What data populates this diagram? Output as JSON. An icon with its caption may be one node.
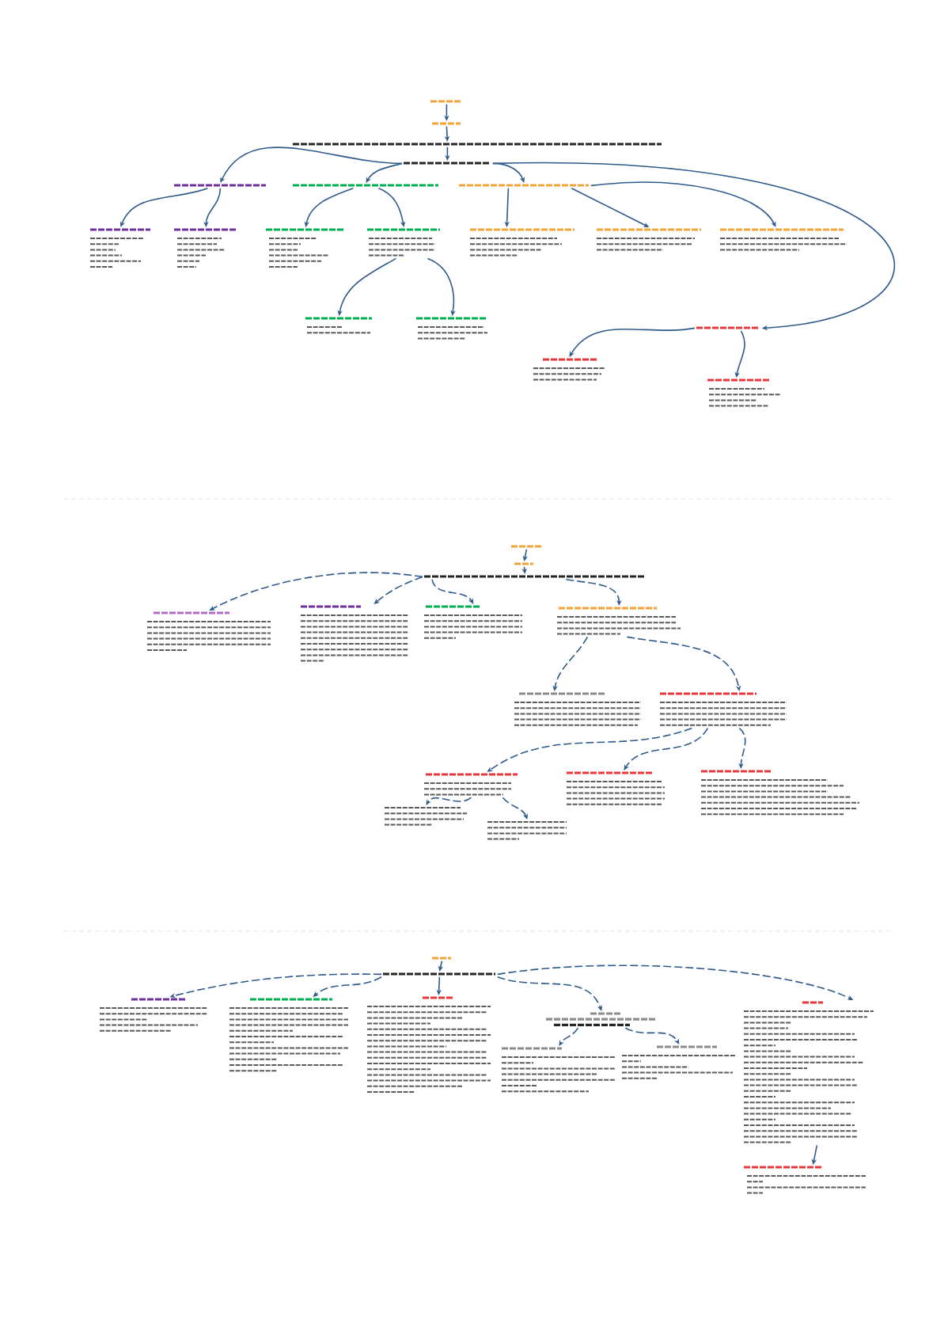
{
  "diagram": {
    "nodes": [
      {
        "text": [],
        "shape": "picture"
      },
      {
        "text": [],
        "shape": "picture"
      },
      {
        "text": [],
        "shape": "picture"
      },
      {
        "text": [],
        "shape": "picture"
      },
      {
        "text": [],
        "shape": "picture"
      },
      {
        "text": [],
        "shape": "picture"
      },
      {
        "text": [],
        "shape": "picture"
      },
      {
        "text": [],
        "shape": "picture"
      },
      {
        "text": [],
        "shape": "picture"
      },
      {
        "text": [],
        "shape": "picture"
      },
      {
        "text": [],
        "shape": "picture"
      },
      {
        "text": [],
        "shape": "picture"
      },
      {
        "text": [],
        "shape": "picture"
      },
      {
        "text": [],
        "shape": "picture"
      },
      {
        "text": [],
        "shape": "picture"
      },
      {
        "text": [],
        "shape": "picture"
      },
      {
        "text": [],
        "shape": "picture"
      },
      {
        "text": [],
        "shape": "picture"
      },
      {
        "text": [],
        "shape": "picture"
      },
      {
        "text": [],
        "shape": "picture"
      },
      {
        "text": [],
        "shape": "picture"
      },
      {
        "text": [],
        "shape": "picture"
      },
      {
        "text": [],
        "shape": "picture"
      },
      {
        "text": [],
        "shape": "picture"
      },
      {
        "text": [],
        "shape": "picture"
      },
      {
        "text": [],
        "shape": "picture"
      },
      {
        "text": [],
        "shape": "picture"
      },
      {
        "text": [],
        "shape": "picture"
      },
      {
        "text": [],
        "shape": "picture"
      },
      {
        "text": [],
        "shape": "picture"
      },
      {
        "text": [],
        "shape": "picture"
      },
      {
        "text": [],
        "shape": "picture"
      },
      {
        "text": [],
        "shape": "picture"
      },
      {
        "text": [],
        "shape": "picture"
      },
      {
        "text": [],
        "shape": "picture"
      },
      {
        "text": [],
        "shape": "picture"
      },
      {
        "text": [],
        "shape": "picture"
      },
      {
        "text": [],
        "shape": "picture"
      },
      {
        "text": [],
        "shape": "picture"
      },
      {
        "text": [],
        "shape": "picture"
      },
      {
        "text": [],
        "shape": "picture"
      },
      {
        "text": [],
        "shape": "picture"
      },
      {
        "text": [],
        "shape": "picture"
      }
    ],
    "edges": [
      {
        "from": 0,
        "to": 1,
        "arrow": "to"
      },
      {
        "from": 1,
        "to": 2,
        "arrow": "to"
      },
      {
        "from": 2,
        "to": 3,
        "arrow": "to"
      },
      {
        "from": 3,
        "to": 4,
        "arrow": "to"
      },
      {
        "from": 3,
        "to": 5,
        "arrow": "to"
      },
      {
        "from": 3,
        "to": 6,
        "arrow": "to"
      },
      {
        "from": 3,
        "to": 7,
        "arrow": "to"
      },
      {
        "from": 4,
        "to": 8,
        "arrow": "to"
      },
      {
        "from": 4,
        "to": 9,
        "arrow": "to"
      },
      {
        "from": 5,
        "to": 10,
        "arrow": "to"
      },
      {
        "from": 5,
        "to": 11,
        "arrow": "to"
      },
      {
        "from": 11,
        "to": 12,
        "arrow": "to"
      },
      {
        "from": 11,
        "to": 13,
        "arrow": "to"
      },
      {
        "from": 6,
        "to": 14,
        "arrow": "to"
      },
      {
        "from": 6,
        "to": 15,
        "arrow": "to"
      },
      {
        "from": 6,
        "to": 16,
        "arrow": "to"
      },
      {
        "from": 7,
        "to": 17,
        "arrow": "to"
      },
      {
        "from": 7,
        "to": 18,
        "arrow": "to"
      },
      {
        "from": 19,
        "to": 20,
        "arrow": "to"
      },
      {
        "from": 20,
        "to": 21,
        "arrow": "to"
      },
      {
        "from": 21,
        "to": 22,
        "arrow": "to",
        "style": "dashed"
      },
      {
        "from": 21,
        "to": 23,
        "arrow": "to",
        "style": "dashed"
      },
      {
        "from": 21,
        "to": 24,
        "arrow": "to",
        "style": "dashed"
      },
      {
        "from": 21,
        "to": 25,
        "arrow": "to",
        "style": "dashed"
      },
      {
        "from": 25,
        "to": 26,
        "arrow": "to",
        "style": "dashed"
      },
      {
        "from": 25,
        "to": 27,
        "arrow": "to",
        "style": "dashed"
      },
      {
        "from": 27,
        "to": 28,
        "arrow": "to",
        "style": "dashed"
      },
      {
        "from": 27,
        "to": 29,
        "arrow": "to",
        "style": "dashed"
      },
      {
        "from": 27,
        "to": 30,
        "arrow": "to",
        "style": "dashed"
      },
      {
        "from": 28,
        "to": 31,
        "arrow": "to",
        "style": "dashed"
      },
      {
        "from": 28,
        "to": 32,
        "arrow": "to",
        "style": "dashed"
      },
      {
        "from": 33,
        "to": 34,
        "arrow": "to"
      },
      {
        "from": 34,
        "to": 35,
        "arrow": "to",
        "style": "dashed"
      },
      {
        "from": 34,
        "to": 36,
        "arrow": "to",
        "style": "dashed"
      },
      {
        "from": 34,
        "to": 37,
        "arrow": "to"
      },
      {
        "from": 34,
        "to": 38,
        "arrow": "to",
        "style": "dashed"
      },
      {
        "from": 34,
        "to": 41,
        "arrow": "to",
        "style": "dashed"
      },
      {
        "from": 38,
        "to": 39,
        "arrow": "to",
        "style": "dashed"
      },
      {
        "from": 38,
        "to": 40,
        "arrow": "to",
        "style": "dashed"
      },
      {
        "from": 41,
        "to": 42,
        "arrow": "to"
      }
    ]
  }
}
